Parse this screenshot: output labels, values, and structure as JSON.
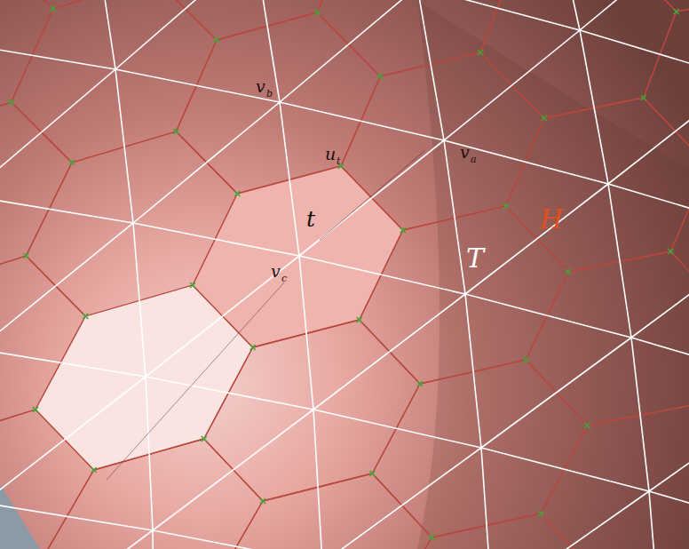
{
  "diagram": {
    "labels": [
      "v",
      "b",
      "v",
      "a",
      "u",
      "t",
      "t",
      "v",
      "c",
      "T",
      "H"
    ]
  }
}
